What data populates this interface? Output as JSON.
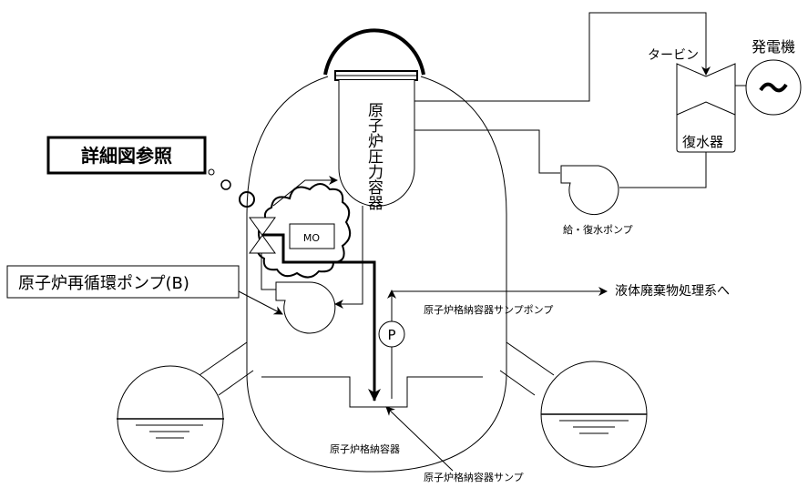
{
  "labels": {
    "rpv": "原子炉圧力容器",
    "turbine": "タービン",
    "generator": "発電機",
    "generator_symbol": "~",
    "condenser": "復水器",
    "feed_pump": "給・復水ポンプ",
    "see_detail": "詳細図参照",
    "recirc_pump": "原子炉再循環ポンプ(B)",
    "mo": "MO",
    "sump_pump_symbol": "P",
    "sump_pump": "原子炉格納容器サンプポンプ",
    "liquid_waste": "液体廃棄物処理系へ",
    "containment": "原子炉格納容器",
    "sump": "原子炉格納容器サンプ"
  }
}
